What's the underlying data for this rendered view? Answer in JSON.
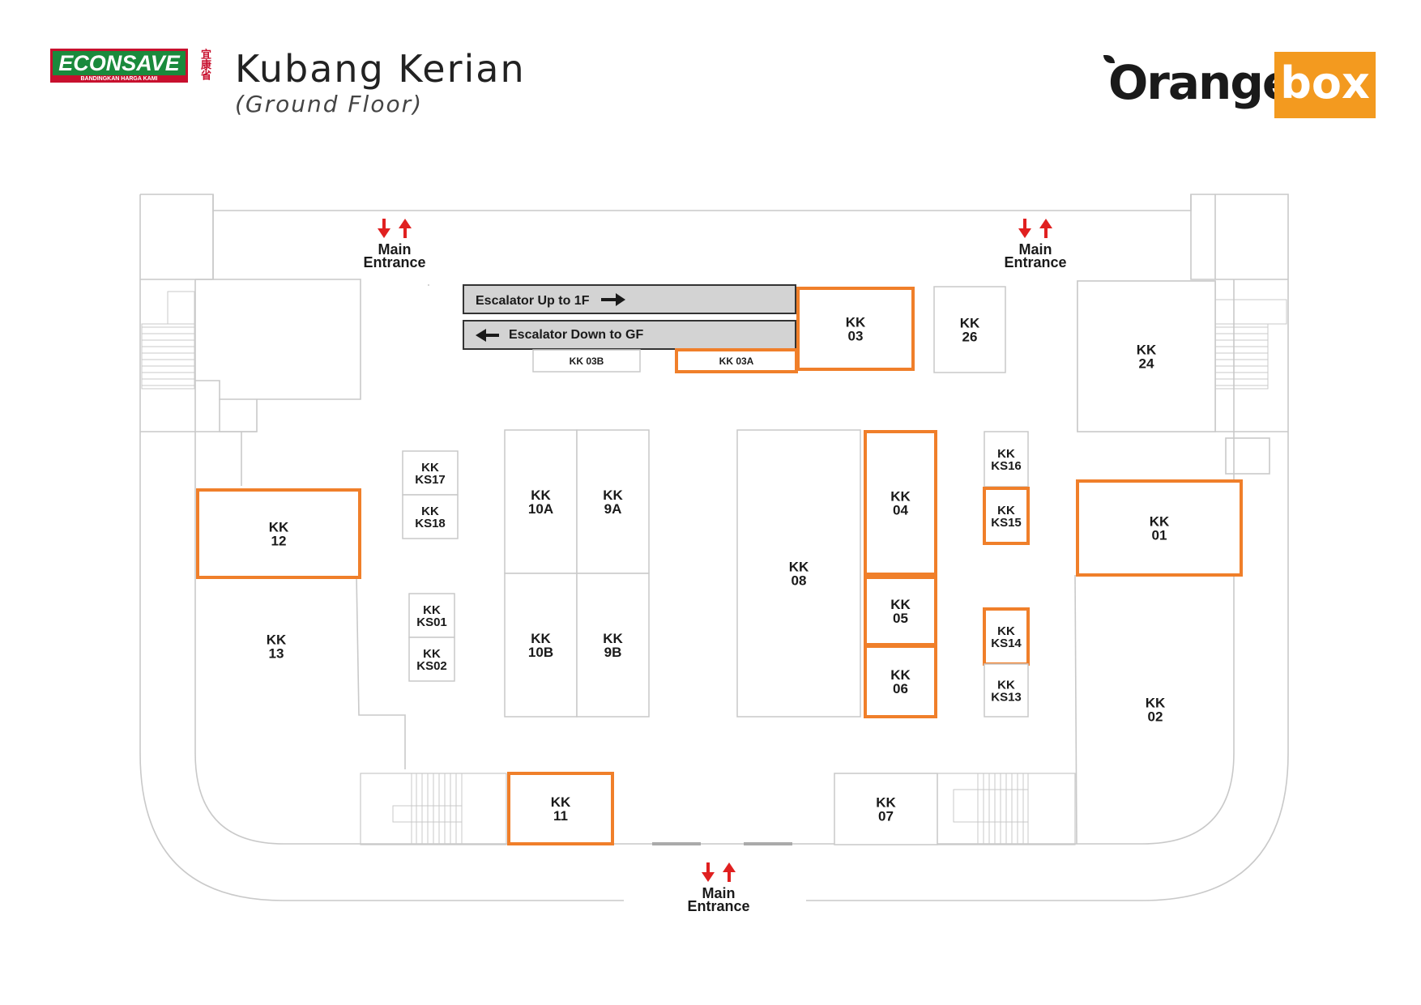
{
  "header": {
    "brand_left": "ECONSAVE",
    "brand_left_tagline": "BANDINGKAN HARGA KAMI",
    "brand_left_chinese": "宜康省",
    "title": "Kubang Kerian",
    "subtitle": "(Ground Floor)",
    "brand_right_word": "Orange",
    "brand_right_box": "box"
  },
  "colors": {
    "available_outline": "#f07f2a",
    "wall": "#c9c9c9",
    "escalator_fill": "#d3d3d3",
    "arrow_red": "#e02020",
    "brand_orange": "#f39a1f"
  },
  "entrances": [
    {
      "id": "entrance-top-left",
      "line1": "Main",
      "line2": "Entrance"
    },
    {
      "id": "entrance-top-right",
      "line1": "Main",
      "line2": "Entrance"
    },
    {
      "id": "entrance-bottom",
      "line1": "Main",
      "line2": "Entrance"
    }
  ],
  "escalators": {
    "up": "Escalator Up to 1F",
    "down": "Escalator Down to GF"
  },
  "units": [
    {
      "id": "kk03b",
      "lines": [
        "KK 03B"
      ],
      "available": false
    },
    {
      "id": "kk03a",
      "lines": [
        "KK 03A"
      ],
      "available": true
    },
    {
      "id": "kk03",
      "lines": [
        "KK",
        "03"
      ],
      "available": true
    },
    {
      "id": "kk26",
      "lines": [
        "KK",
        "26"
      ],
      "available": false
    },
    {
      "id": "kk24",
      "lines": [
        "KK",
        "24"
      ],
      "available": false
    },
    {
      "id": "kks17",
      "lines": [
        "KK",
        "KS17"
      ],
      "available": false
    },
    {
      "id": "kks18",
      "lines": [
        "KK",
        "KS18"
      ],
      "available": false
    },
    {
      "id": "kk10a",
      "lines": [
        "KK",
        "10A"
      ],
      "available": false
    },
    {
      "id": "kk9a",
      "lines": [
        "KK",
        "9A"
      ],
      "available": false
    },
    {
      "id": "kk10b",
      "lines": [
        "KK",
        "10B"
      ],
      "available": false
    },
    {
      "id": "kk9b",
      "lines": [
        "KK",
        "9B"
      ],
      "available": false
    },
    {
      "id": "kk08",
      "lines": [
        "KK",
        "08"
      ],
      "available": false
    },
    {
      "id": "kk04",
      "lines": [
        "KK",
        "04"
      ],
      "available": true
    },
    {
      "id": "kk05",
      "lines": [
        "KK",
        "05"
      ],
      "available": true
    },
    {
      "id": "kk06",
      "lines": [
        "KK",
        "06"
      ],
      "available": true
    },
    {
      "id": "kks16",
      "lines": [
        "KK",
        "KS16"
      ],
      "available": false
    },
    {
      "id": "kks15",
      "lines": [
        "KK",
        "KS15"
      ],
      "available": true
    },
    {
      "id": "kks14",
      "lines": [
        "KK",
        "KS14"
      ],
      "available": true
    },
    {
      "id": "kks13",
      "lines": [
        "KK",
        "KS13"
      ],
      "available": false
    },
    {
      "id": "kk12",
      "lines": [
        "KK",
        "12"
      ],
      "available": true
    },
    {
      "id": "kks01",
      "lines": [
        "KK",
        "KS01"
      ],
      "available": false
    },
    {
      "id": "kks02",
      "lines": [
        "KK",
        "KS02"
      ],
      "available": false
    },
    {
      "id": "kk13",
      "lines": [
        "KK",
        "13"
      ],
      "available": false
    },
    {
      "id": "kk01",
      "lines": [
        "KK",
        "01"
      ],
      "available": true
    },
    {
      "id": "kk02",
      "lines": [
        "KK",
        "02"
      ],
      "available": false
    },
    {
      "id": "kk11",
      "lines": [
        "KK",
        "11"
      ],
      "available": true
    },
    {
      "id": "kk07",
      "lines": [
        "KK",
        "07"
      ],
      "available": false
    }
  ]
}
